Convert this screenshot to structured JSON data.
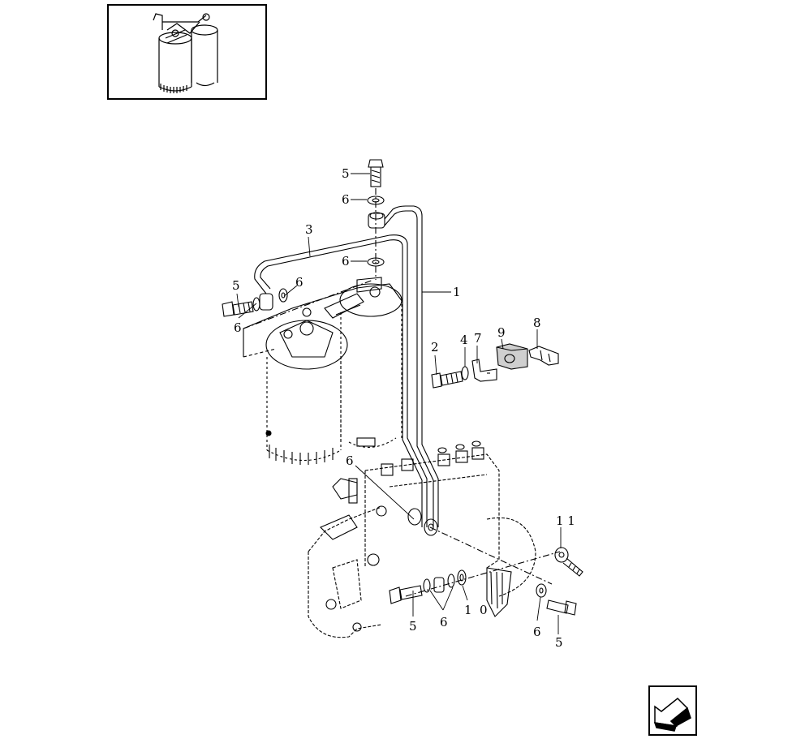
{
  "colors": {
    "line": "#000000",
    "background": "#ffffff"
  },
  "thumbnail": {
    "icon": "fuel-filter-thumbnail-icon"
  },
  "nav": {
    "icon": "arrow-back-icon"
  },
  "callouts": [
    {
      "id": "c-5-top",
      "text": "5"
    },
    {
      "id": "c-6-a",
      "text": "6"
    },
    {
      "id": "c-3",
      "text": "3"
    },
    {
      "id": "c-6-b",
      "text": "6"
    },
    {
      "id": "c-5-left",
      "text": "5"
    },
    {
      "id": "c-6-c",
      "text": "6"
    },
    {
      "id": "c-6-d",
      "text": "6"
    },
    {
      "id": "c-1-pipe",
      "text": "1"
    },
    {
      "id": "c-2",
      "text": "2"
    },
    {
      "id": "c-4",
      "text": "4"
    },
    {
      "id": "c-7",
      "text": "7"
    },
    {
      "id": "c-9",
      "text": "9"
    },
    {
      "id": "c-8",
      "text": "8"
    },
    {
      "id": "c-6-e",
      "text": "6"
    },
    {
      "id": "c-11",
      "text": "1 1"
    },
    {
      "id": "c-5-bottom",
      "text": "5"
    },
    {
      "id": "c-6-f",
      "text": "6"
    },
    {
      "id": "c-1-bottom",
      "text": "1"
    },
    {
      "id": "c-0",
      "text": "0"
    },
    {
      "id": "c-6-g",
      "text": "6"
    },
    {
      "id": "c-5-right",
      "text": "5"
    }
  ]
}
